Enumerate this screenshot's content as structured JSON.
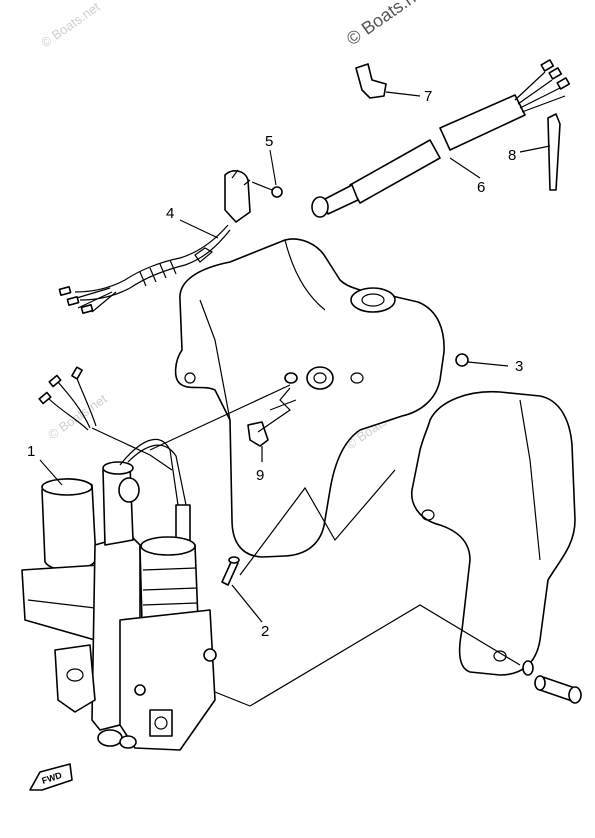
{
  "watermarks": {
    "top_left": "© Boats.net",
    "top_right": "© Boats.net",
    "mid_left": "© Boats.net",
    "mid_right": "© Boats.net"
  },
  "callouts": [
    "1",
    "2",
    "3",
    "4",
    "5",
    "6",
    "7",
    "8",
    "9"
  ],
  "fwd_label": "FWD"
}
